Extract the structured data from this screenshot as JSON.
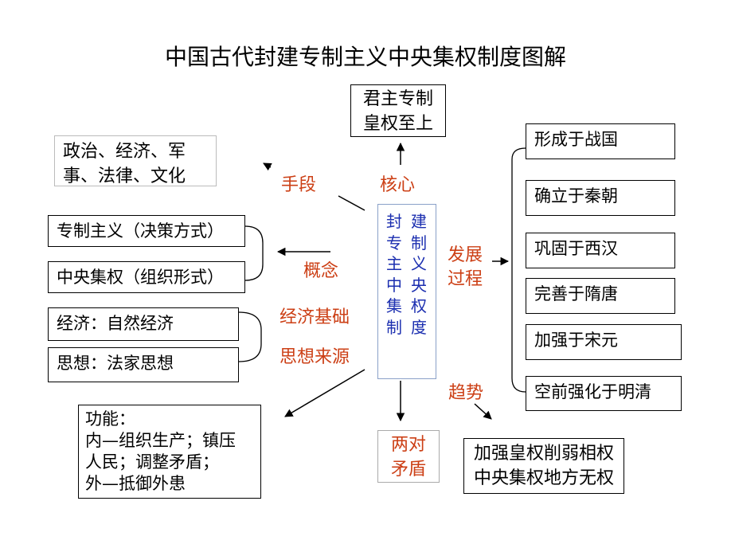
{
  "title": "中国古代封建专制主义中央集权制度图解",
  "center": {
    "col_left": "封专主中集制",
    "col_right": "建制义央权度"
  },
  "top_box": {
    "line1": "君主专制",
    "line2": "皇权至上"
  },
  "means_box": {
    "line1": "政治、经济、军",
    "line2": "事、法律、文化"
  },
  "concept_items": [
    "专制主义（决策方式）",
    "中央集权（组织形式）"
  ],
  "basis_items": [
    "经济：自然经济",
    "思想：法家思想"
  ],
  "function_box": {
    "line1": "功能：",
    "line2": "内—组织生产；镇压",
    "line3": "人民；调整矛盾；",
    "line4": "外—抵御外患"
  },
  "conflict_box": {
    "line1": "两对",
    "line2": "矛盾"
  },
  "trend_box": {
    "line1": "加强皇权削弱相权",
    "line2": "中央集权地方无权"
  },
  "development_stages": [
    "形成于战国",
    "确立于秦朝",
    "巩固于西汉",
    "完善于隋唐",
    "加强于宋元",
    "空前强化于明清"
  ],
  "labels": {
    "means": "手段",
    "core": "核心",
    "concept": "概念",
    "economic_basis": "经济基础",
    "ideological_source": "思想来源",
    "development_l1": "发展",
    "development_l2": "过程",
    "trend": "趋势"
  },
  "colors": {
    "label": "#cc3f15",
    "center_text": "#1c2fb0",
    "center_border": "#8aa0c8",
    "box_border": "#000000"
  }
}
